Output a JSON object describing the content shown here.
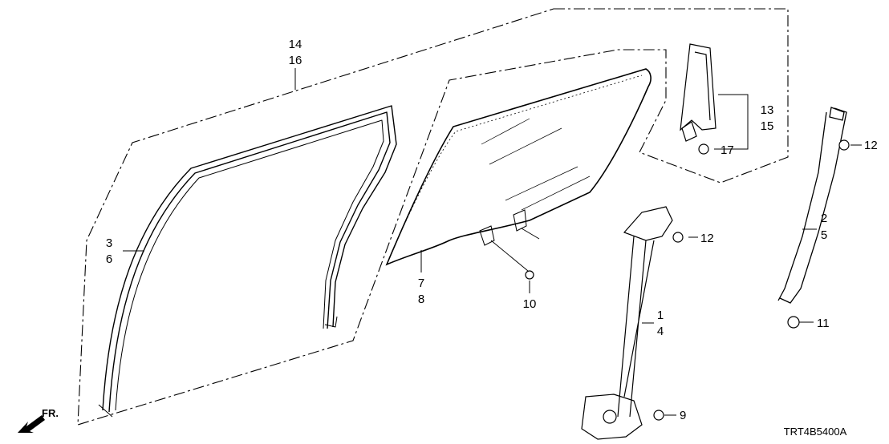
{
  "diagram": {
    "image_code": "TRT4B5400A",
    "direction_label": "FR.",
    "callouts": [
      {
        "id": "c14",
        "lines": [
          "14",
          "16"
        ]
      },
      {
        "id": "c3",
        "lines": [
          "3",
          "6"
        ]
      },
      {
        "id": "c7",
        "lines": [
          "7",
          "8"
        ]
      },
      {
        "id": "c10",
        "lines": [
          "10"
        ]
      },
      {
        "id": "c13",
        "lines": [
          "13",
          "15"
        ]
      },
      {
        "id": "c17",
        "lines": [
          "17"
        ]
      },
      {
        "id": "c12a",
        "lines": [
          "12"
        ]
      },
      {
        "id": "c12b",
        "lines": [
          "12"
        ]
      },
      {
        "id": "c2",
        "lines": [
          "2",
          "5"
        ]
      },
      {
        "id": "c11",
        "lines": [
          "11"
        ]
      },
      {
        "id": "c1",
        "lines": [
          "1",
          "4"
        ]
      },
      {
        "id": "c9",
        "lines": [
          "9"
        ]
      }
    ]
  }
}
